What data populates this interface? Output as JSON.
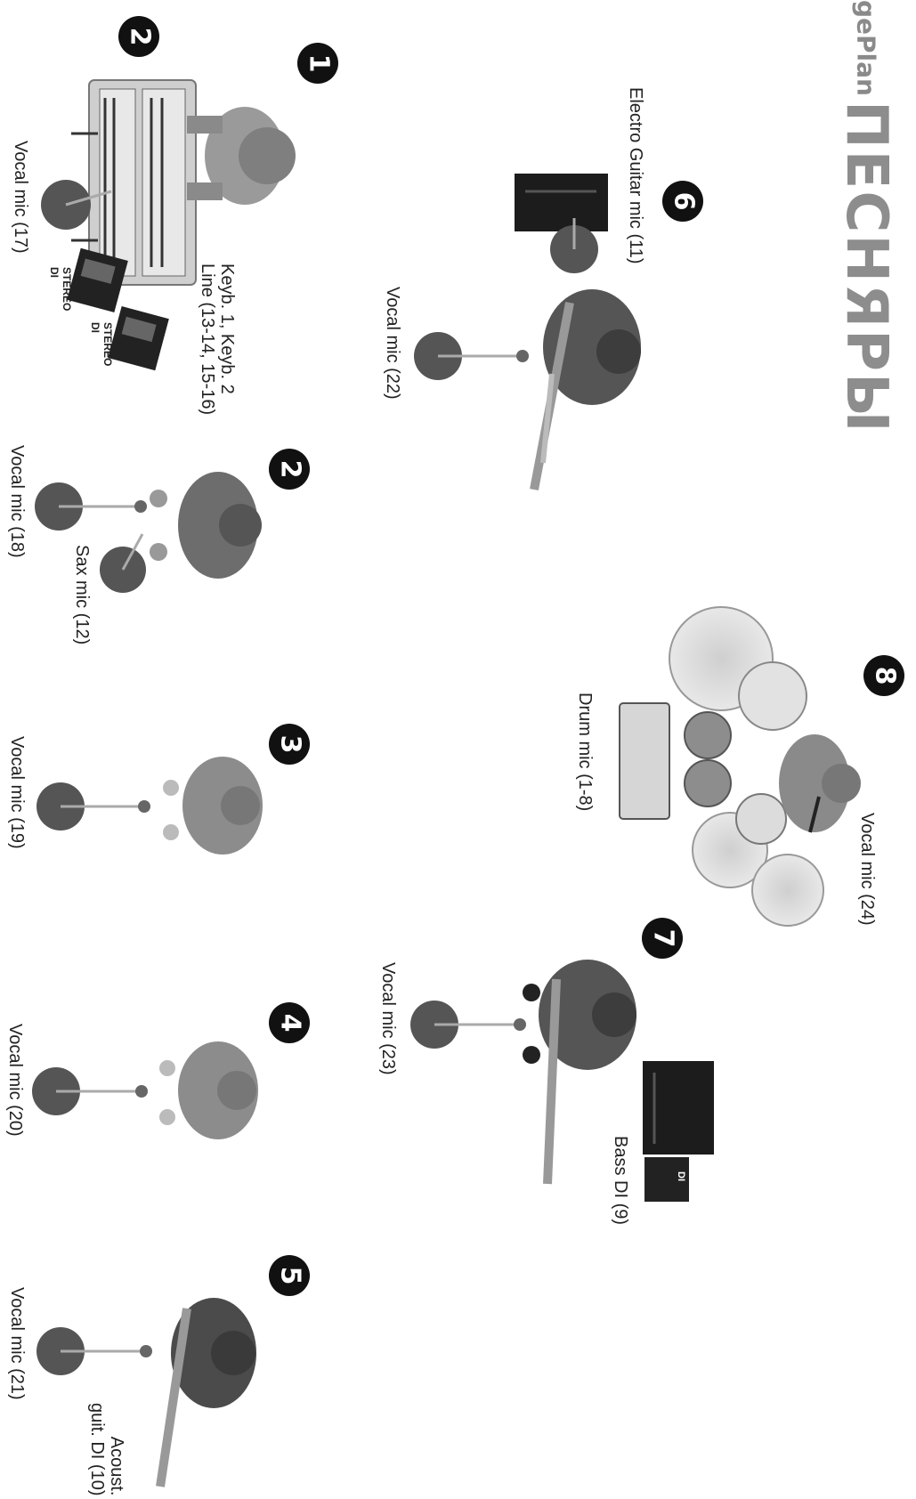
{
  "header": {
    "prefix": "gePlan",
    "band": "ПЕСНЯРЫ"
  },
  "positions": [
    "2",
    "1",
    "6",
    "2",
    "8",
    "3",
    "7",
    "4",
    "5"
  ],
  "labels": {
    "vocal17": "Vocal mic (17)",
    "keyb": "Keyb. 1, Keyb. 2\nLine (13-14, 15-16)",
    "stereo_di": "STEREO\nDI",
    "electro_guitar": "Electro Guitar mic (11)",
    "vocal22": "Vocal mic (22)",
    "vocal18": "Vocal mic (18)",
    "sax": "Sax mic (12)",
    "drum": "Drum mic (1-8)",
    "vocal24": "Vocal mic (24)",
    "vocal19": "Vocal mic (19)",
    "vocal23": "Vocal mic (23)",
    "bass_di": "Bass DI (9)",
    "bass_di_box": "DI",
    "vocal20": "Vocal mic (20)",
    "vocal21": "Vocal mic (21)",
    "acoustic": "Acoust.\nguit. DI (10)"
  }
}
